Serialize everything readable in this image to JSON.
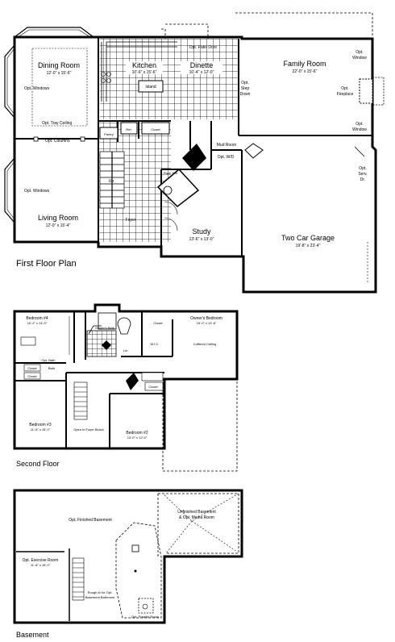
{
  "first_floor": {
    "title": "First Floor Plan",
    "rooms": {
      "dining_room": {
        "name": "Dining Room",
        "dim": "12'-0\" x 15'-6\""
      },
      "kitchen": {
        "name": "Kitchen",
        "dim": "10'-6\" x 15'-6\""
      },
      "dinette": {
        "name": "Dinette",
        "dim": "10'-4\" x 12'-0\""
      },
      "family_room": {
        "name": "Family Room",
        "dim": "22'-0\" x 15'-6\""
      },
      "living_room": {
        "name": "Living Room",
        "dim": "12'-0\" x 15'-4\""
      },
      "study": {
        "name": "Study",
        "dim": "13'-6\" x 13'-0\""
      },
      "garage": {
        "name": "Two Car Garage",
        "dim": "19'-8\" x 23'-4\""
      },
      "mud_room": {
        "name": "Mud Room"
      },
      "pantry": {
        "name": "Pantry"
      },
      "refrigerator": {
        "name": "Ref."
      },
      "closet": {
        "name": "Closet"
      },
      "foyer": {
        "name": "Foyer"
      },
      "powder": {
        "name": "Pwdr. Rm."
      },
      "island": {
        "name": "Island"
      },
      "up": {
        "name": "Up"
      }
    },
    "notes": {
      "opt_windows_dining": "Opt. Windows",
      "opt_tray_ceiling": "Opt. Tray Ceiling",
      "opt_columns": "Opt. Columns",
      "opt_windows_living": "Opt. Windows",
      "opt_patio_door": "Opt. Patio Door",
      "opt_step_down_1": "Opt.",
      "opt_step_down_2": "Step",
      "opt_step_down_3": "Down",
      "opt_window_top_1": "Opt.",
      "opt_window_top_2": "Window",
      "opt_fireplace_1": "Opt.",
      "opt_fireplace_2": "Fireplace",
      "opt_window_bottom_1": "Opt.",
      "opt_window_bottom_2": "Window",
      "opt_serv_door_1": "Opt.",
      "opt_serv_door_2": "Serv.",
      "opt_serv_door_3": "Dr.",
      "opt_wd": "Opt. W/D"
    }
  },
  "second_floor": {
    "title": "Second Floor",
    "rooms": {
      "bedroom4": {
        "name": "Bedroom #4",
        "dim": "10'-2\" x 14'-0\""
      },
      "owners_bedroom": {
        "name": "Owner's Bedroom",
        "dim": "19'-0\" x 14'-8\""
      },
      "bedroom3": {
        "name": "Bedroom #3",
        "dim": "11'-6\" x 15'-0\""
      },
      "bedroom2": {
        "name": "Bedroom #2",
        "dim": "13'-0\" x 12'-0\""
      },
      "owners_bath": {
        "name": "Owner's Bath"
      },
      "bath": {
        "name": "Bath"
      },
      "wic": {
        "name": "W.I.C."
      },
      "closet_a": {
        "name": "Closet"
      },
      "closet_b": {
        "name": "Closet"
      },
      "closet_c": {
        "name": "Closet"
      },
      "closet_d": {
        "name": "Closet"
      },
      "linen": {
        "name": "Lin."
      }
    },
    "notes": {
      "coffered": "Coffered Ceiling",
      "open_foyer": "Open to Foyer Below",
      "opt_bath": "Opt. Bath"
    }
  },
  "basement": {
    "title": "Basement",
    "rooms": {
      "finished": {
        "name": "Opt. Finished Basement"
      },
      "unfinished_1": {
        "name": "Unfinished Basement"
      },
      "unfinished_2": {
        "name": "& Opt. Media Room"
      },
      "exercise": {
        "name": "Opt. Exercise Room",
        "dim": "11'-8\" x 15'-0\""
      },
      "rough_in_1": {
        "name": "Rough-in for Opt."
      },
      "rough_in_2": {
        "name": "Basement Bathroom"
      },
      "powder": {
        "name": "Opt. Powder Room"
      }
    }
  }
}
